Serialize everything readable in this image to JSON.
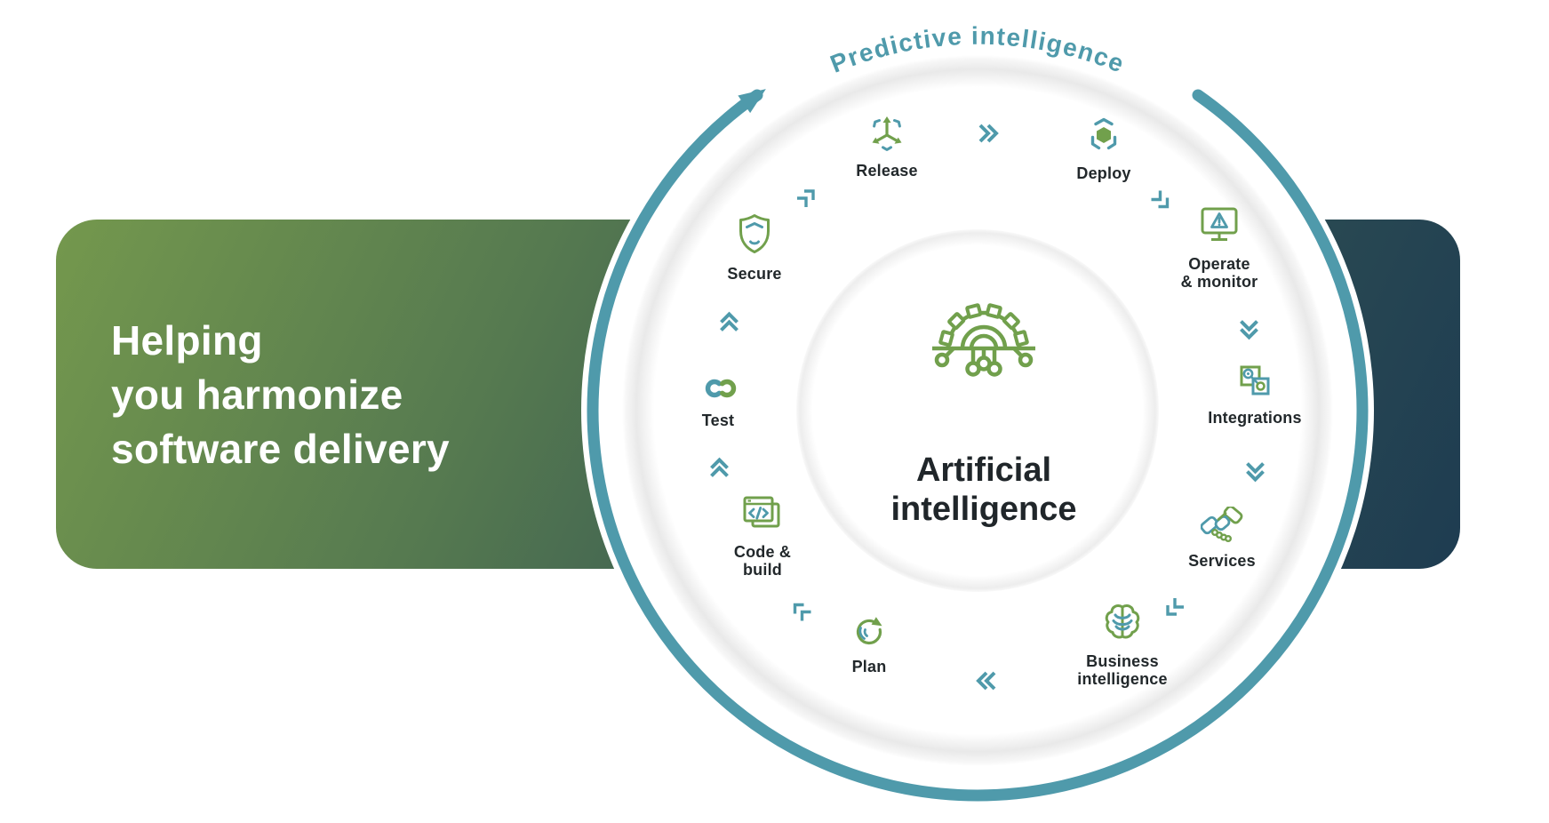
{
  "banner": {
    "headline_lines": [
      "Helping",
      "you harmonize",
      "software delivery"
    ]
  },
  "cycle": {
    "arc_label": "Predictive intelligence",
    "direction": "clockwise",
    "center": {
      "icon": "ai-circuit-gear-icon",
      "label_lines": [
        "Artificial",
        "intelligence"
      ]
    },
    "stages": [
      {
        "id": "release",
        "icon": "release-arrows-icon",
        "label_lines": [
          "Release"
        ]
      },
      {
        "id": "deploy",
        "icon": "deploy-hexagon-icon",
        "label_lines": [
          "Deploy"
        ]
      },
      {
        "id": "operate-monitor",
        "icon": "monitor-alert-icon",
        "label_lines": [
          "Operate",
          "& monitor"
        ]
      },
      {
        "id": "integrations",
        "icon": "linked-squares-icon",
        "label_lines": [
          "Integrations"
        ]
      },
      {
        "id": "services",
        "icon": "handshake-icon",
        "label_lines": [
          "Services"
        ]
      },
      {
        "id": "business-intelligence",
        "icon": "brain-icon",
        "label_lines": [
          "Business",
          "intelligence"
        ]
      },
      {
        "id": "plan",
        "icon": "circular-arrow-icon",
        "label_lines": [
          "Plan"
        ]
      },
      {
        "id": "code-build",
        "icon": "code-window-icon",
        "label_lines": [
          "Code &",
          "build"
        ]
      },
      {
        "id": "test",
        "icon": "linked-loops-icon",
        "label_lines": [
          "Test"
        ]
      },
      {
        "id": "secure",
        "icon": "shield-icon",
        "label_lines": [
          "Secure"
        ]
      }
    ],
    "connectors": [
      {
        "from": "release",
        "to": "deploy",
        "icon": "double-chevron-right"
      },
      {
        "from": "deploy",
        "to": "operate-monitor",
        "icon": "corner-arrow-right-down"
      },
      {
        "from": "operate-monitor",
        "to": "integrations",
        "icon": "double-chevron-down"
      },
      {
        "from": "integrations",
        "to": "services",
        "icon": "double-chevron-down"
      },
      {
        "from": "services",
        "to": "business-intelligence",
        "icon": "corner-arrow-down-left"
      },
      {
        "from": "business-intelligence",
        "to": "plan",
        "icon": "double-chevron-left"
      },
      {
        "from": "plan",
        "to": "code-build",
        "icon": "corner-arrow-left-up"
      },
      {
        "from": "code-build",
        "to": "test",
        "icon": "double-chevron-up"
      },
      {
        "from": "test",
        "to": "secure",
        "icon": "double-chevron-up"
      },
      {
        "from": "secure",
        "to": "release",
        "icon": "corner-arrow-up-right"
      }
    ]
  },
  "colors": {
    "teal": "#4f9aab",
    "green": "#71a04c",
    "text_dark": "#22282b",
    "banner_gradient_start": "#74984d",
    "banner_gradient_end": "#1e3c51",
    "white": "#ffffff"
  }
}
